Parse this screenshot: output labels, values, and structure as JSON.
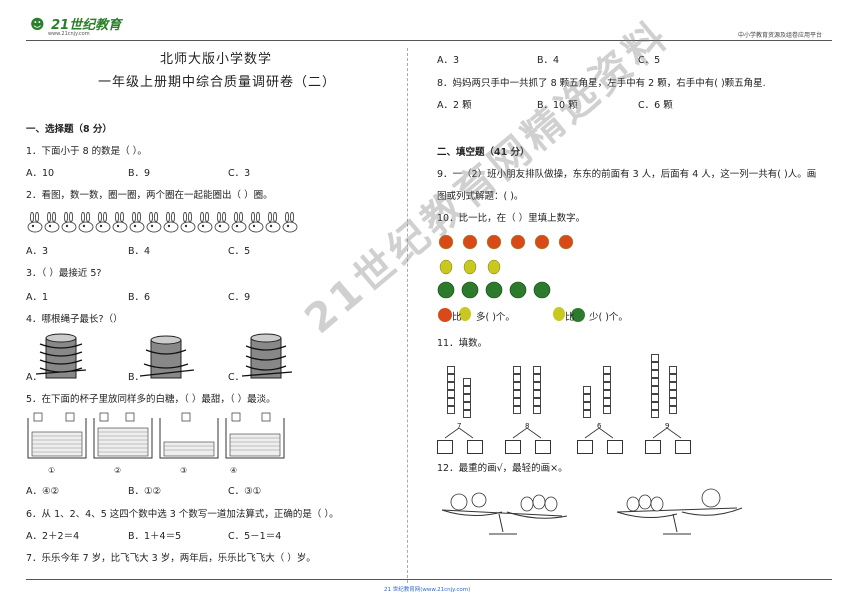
{
  "header": {
    "logo_text": "21世纪教育",
    "logo_url": "www.21cnjy.com",
    "right_text": "中小学教育资源及组卷应用平台"
  },
  "title": {
    "line1": "北师大版小学数学",
    "line2": "一年级上册期中综合质量调研卷（二）"
  },
  "section1": {
    "heading": "一、选择题（8 分）",
    "q1": {
      "stem": "1．下面小于 8 的数是（    ）。",
      "a": "A．10",
      "b": "B．9",
      "c": "C．3"
    },
    "q2": {
      "stem": "2．看图，数一数，圈一圈，两个圈在一起能圈出（   ）圈。",
      "a": "A．3",
      "b": "B．4",
      "c": "C．5"
    },
    "q3": {
      "stem": "3．（    ）最接近 5?",
      "a": "A．1",
      "b": "B．6",
      "c": "C．9"
    },
    "q4": {
      "stem": "4．哪根绳子最长?（）",
      "a": "A．",
      "b": "B．",
      "c": "C．"
    },
    "q5": {
      "stem": "5．在下面的杯子里放同样多的白糖，（     ）最甜，（     ）最淡。",
      "cups": [
        "①",
        "②",
        "③",
        "④"
      ],
      "a": "A．④②",
      "b": "B．①②",
      "c": "C．③①"
    },
    "q6": {
      "stem": "6．从 1、2、4、5 这四个数中选 3 个数写一道加法算式，正确的是（    ）。",
      "a": "A．2＋2＝4",
      "b": "B．1＋4＝5",
      "c": "C．5－1＝4"
    },
    "q7": {
      "stem": "7．乐乐今年 7 岁，比飞飞大 3 岁，两年后，乐乐比飞飞大（    ）岁。",
      "a": "A．3",
      "b": "B．4",
      "c": "C．5"
    },
    "q8": {
      "stem": "8．妈妈两只手中一共抓了 8 颗五角星，左手中有 2 颗，右手中有(     )颗五角星.",
      "a": "A．2 颗",
      "b": "B．10 颗",
      "c": "C．6 颗"
    }
  },
  "section2": {
    "heading": "二、填空题（41 分）",
    "q9": {
      "line1": "9．一（2）班小朋友排队做操，东东的前面有 3 人，后面有 4 人，这一列一共有(         )人。画",
      "line2": "图或列式解题：(     )。"
    },
    "q10": {
      "stem": "10．比一比，在（    ）里填上数字。",
      "compare_a1": "比",
      "compare_a2": "多(            )个。",
      "compare_b1": "比",
      "compare_b2": "少(            )个。"
    },
    "q11": {
      "stem": "11．填数。",
      "numbers": [
        "7",
        "8",
        "6",
        "9"
      ]
    },
    "q12": {
      "stem": "12．最重的画√，最轻的画×。"
    }
  },
  "watermark": "21世纪教育网精选资料",
  "footer": "21 世纪教育网(www.21cnjy.com)"
}
